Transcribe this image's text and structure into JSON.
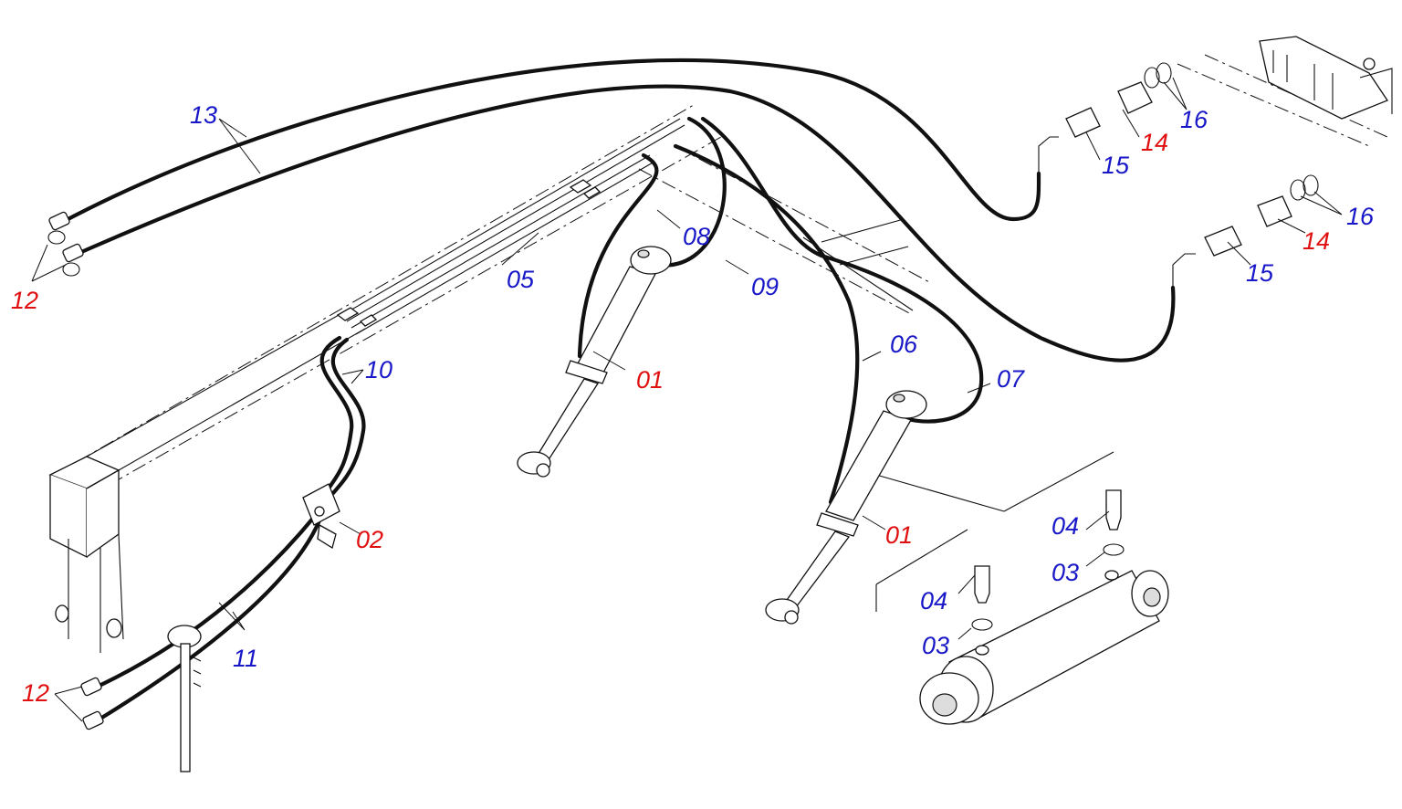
{
  "colors": {
    "red": "#e01010",
    "blue": "#1818c8",
    "line": "#111111"
  },
  "callouts": {
    "c13": "13",
    "c12_top": "12",
    "c05": "05",
    "c08": "08",
    "c09": "09",
    "c10": "10",
    "c01_left": "01",
    "c06": "06",
    "c07": "07",
    "c01_right": "01",
    "c02": "02",
    "c11": "11",
    "c12_bottom": "12",
    "c16_top": "16",
    "c14_top": "14",
    "c15_top": "15",
    "c16_bottom": "16",
    "c14_bottom": "14",
    "c15_bottom": "15",
    "c04_right": "04",
    "c03_right": "03",
    "c04_left": "04",
    "c03_left": "03"
  }
}
